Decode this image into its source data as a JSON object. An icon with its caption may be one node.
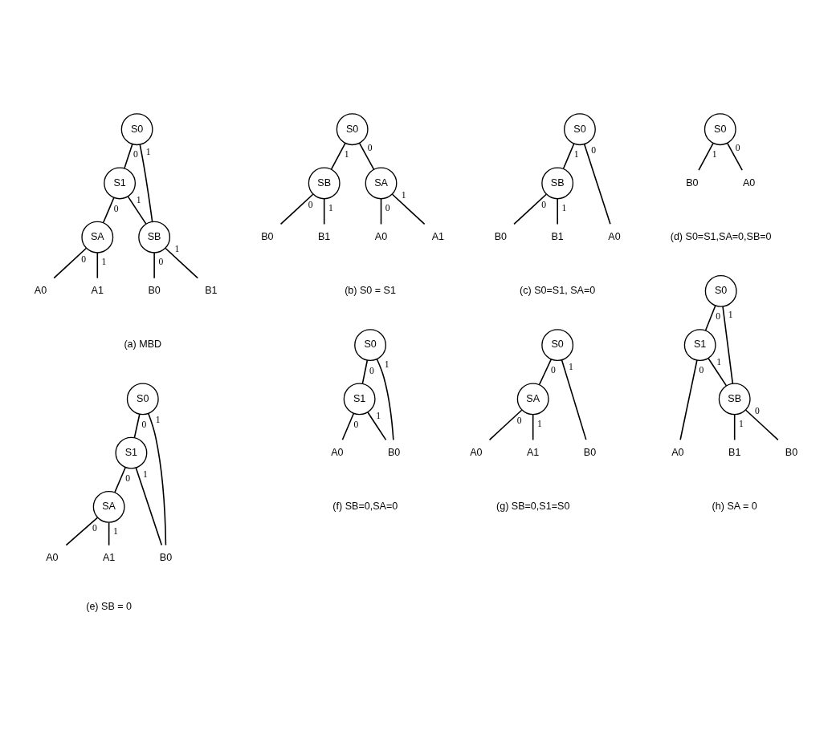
{
  "diagram": {
    "nodes": [
      {
        "text": [
          "S0"
        ]
      },
      {
        "text": [
          "S1"
        ]
      },
      {
        "text": [
          "SB"
        ]
      },
      {
        "text": [
          "SA"
        ]
      },
      {
        "text": [
          "B0"
        ]
      },
      {
        "text": [
          "B1"
        ]
      },
      {
        "text": [
          "A0"
        ]
      },
      {
        "text": [
          "A1"
        ]
      },
      {
        "text": [
          "S0"
        ]
      },
      {
        "text": [
          "SB"
        ]
      },
      {
        "text": [
          "SA"
        ]
      },
      {
        "text": [
          "B0"
        ]
      },
      {
        "text": [
          "B1"
        ]
      },
      {
        "text": [
          "A0"
        ]
      },
      {
        "text": [
          "A1"
        ]
      },
      {
        "text": [
          "S0"
        ]
      },
      {
        "text": [
          "SB"
        ]
      },
      {
        "text": [
          "B0"
        ]
      },
      {
        "text": [
          "B1"
        ]
      },
      {
        "text": [
          "A0"
        ]
      },
      {
        "text": [
          "S0"
        ]
      },
      {
        "text": [
          "B0"
        ]
      },
      {
        "text": [
          "A0"
        ]
      },
      {
        "text": [
          "S0"
        ]
      },
      {
        "text": [
          "S1"
        ]
      },
      {
        "text": [
          "SA"
        ]
      },
      {
        "text": [
          "B0"
        ]
      },
      {
        "text": [
          "A0"
        ]
      },
      {
        "text": [
          "A1"
        ]
      },
      {
        "text": [
          "S0"
        ]
      },
      {
        "text": [
          "S1"
        ]
      },
      {
        "text": [
          "B0"
        ]
      },
      {
        "text": [
          "A0"
        ]
      },
      {
        "text": [
          "S0"
        ]
      },
      {
        "text": [
          "SA"
        ]
      },
      {
        "text": [
          "B0"
        ]
      },
      {
        "text": [
          "A0"
        ]
      },
      {
        "text": [
          "A1"
        ]
      },
      {
        "text": [
          "S0"
        ]
      },
      {
        "text": [
          "S1"
        ]
      },
      {
        "text": [
          "SB"
        ]
      },
      {
        "text": [
          "B0"
        ]
      },
      {
        "text": [
          "B1"
        ]
      },
      {
        "text": [
          "A0"
        ]
      }
    ],
    "edges": [
      {
        "from": 0,
        "to": 2,
        "arrow": "none",
        "label": "1"
      },
      {
        "from": 0,
        "to": 1,
        "arrow": "none",
        "label": "0"
      },
      {
        "from": 1,
        "to": 2,
        "arrow": "none",
        "label": "1"
      },
      {
        "from": 1,
        "to": 3,
        "arrow": "none",
        "label": "0"
      },
      {
        "from": 2,
        "to": 4,
        "arrow": "none",
        "label": "0"
      },
      {
        "from": 2,
        "to": 5,
        "arrow": "none",
        "label": "1"
      },
      {
        "from": 3,
        "to": 6,
        "arrow": "none",
        "label": "0"
      },
      {
        "from": 3,
        "to": 7,
        "arrow": "none",
        "label": "1"
      },
      {
        "from": 8,
        "to": 9,
        "arrow": "none",
        "label": "1"
      },
      {
        "from": 8,
        "to": 10,
        "arrow": "none",
        "label": "0"
      },
      {
        "from": 9,
        "to": 11,
        "arrow": "none",
        "label": "0"
      },
      {
        "from": 9,
        "to": 12,
        "arrow": "none",
        "label": "1"
      },
      {
        "from": 10,
        "to": 13,
        "arrow": "none",
        "label": "0"
      },
      {
        "from": 10,
        "to": 14,
        "arrow": "none",
        "label": "1"
      },
      {
        "from": 15,
        "to": 16,
        "arrow": "none",
        "label": "1"
      },
      {
        "from": 15,
        "to": 19,
        "arrow": "none",
        "label": "0"
      },
      {
        "from": 16,
        "to": 17,
        "arrow": "none",
        "label": "0"
      },
      {
        "from": 16,
        "to": 18,
        "arrow": "none",
        "label": "1"
      },
      {
        "from": 20,
        "to": 21,
        "arrow": "none",
        "label": "1"
      },
      {
        "from": 20,
        "to": 22,
        "arrow": "none",
        "label": "0"
      },
      {
        "from": 23,
        "to": 26,
        "arrow": "none",
        "label": "1"
      },
      {
        "from": 23,
        "to": 24,
        "arrow": "none",
        "label": "0"
      },
      {
        "from": 24,
        "to": 26,
        "arrow": "none",
        "label": "1"
      },
      {
        "from": 24,
        "to": 25,
        "arrow": "none",
        "label": "0"
      },
      {
        "from": 25,
        "to": 27,
        "arrow": "none",
        "label": "0"
      },
      {
        "from": 25,
        "to": 28,
        "arrow": "none",
        "label": "1"
      },
      {
        "from": 29,
        "to": 31,
        "arrow": "none",
        "label": "1"
      },
      {
        "from": 29,
        "to": 30,
        "arrow": "none",
        "label": "0"
      },
      {
        "from": 30,
        "to": 31,
        "arrow": "none",
        "label": "1"
      },
      {
        "from": 30,
        "to": 32,
        "arrow": "none",
        "label": "0"
      },
      {
        "from": 33,
        "to": 35,
        "arrow": "none",
        "label": "1"
      },
      {
        "from": 33,
        "to": 34,
        "arrow": "none",
        "label": "0"
      },
      {
        "from": 34,
        "to": 36,
        "arrow": "none",
        "label": "0"
      },
      {
        "from": 34,
        "to": 37,
        "arrow": "none",
        "label": "1"
      },
      {
        "from": 38,
        "to": 40,
        "arrow": "none",
        "label": "1"
      },
      {
        "from": 38,
        "to": 39,
        "arrow": "none",
        "label": "0"
      },
      {
        "from": 39,
        "to": 40,
        "arrow": "none",
        "label": "1"
      },
      {
        "from": 39,
        "to": 43,
        "arrow": "none",
        "label": "0"
      },
      {
        "from": 40,
        "to": 41,
        "arrow": "none",
        "label": "0"
      },
      {
        "from": 40,
        "to": 42,
        "arrow": "none",
        "label": "1"
      }
    ],
    "labels": [
      "(a) MBD",
      "(b) S0 = S1",
      "(c) S0=S1, SA=0",
      "(d) S0=S1,SA=0,SB=0",
      "(e) SB = 0",
      "(f) SB=0,SA=0",
      "(g) SB=0,S1=S0",
      "(h) SA = 0"
    ]
  }
}
